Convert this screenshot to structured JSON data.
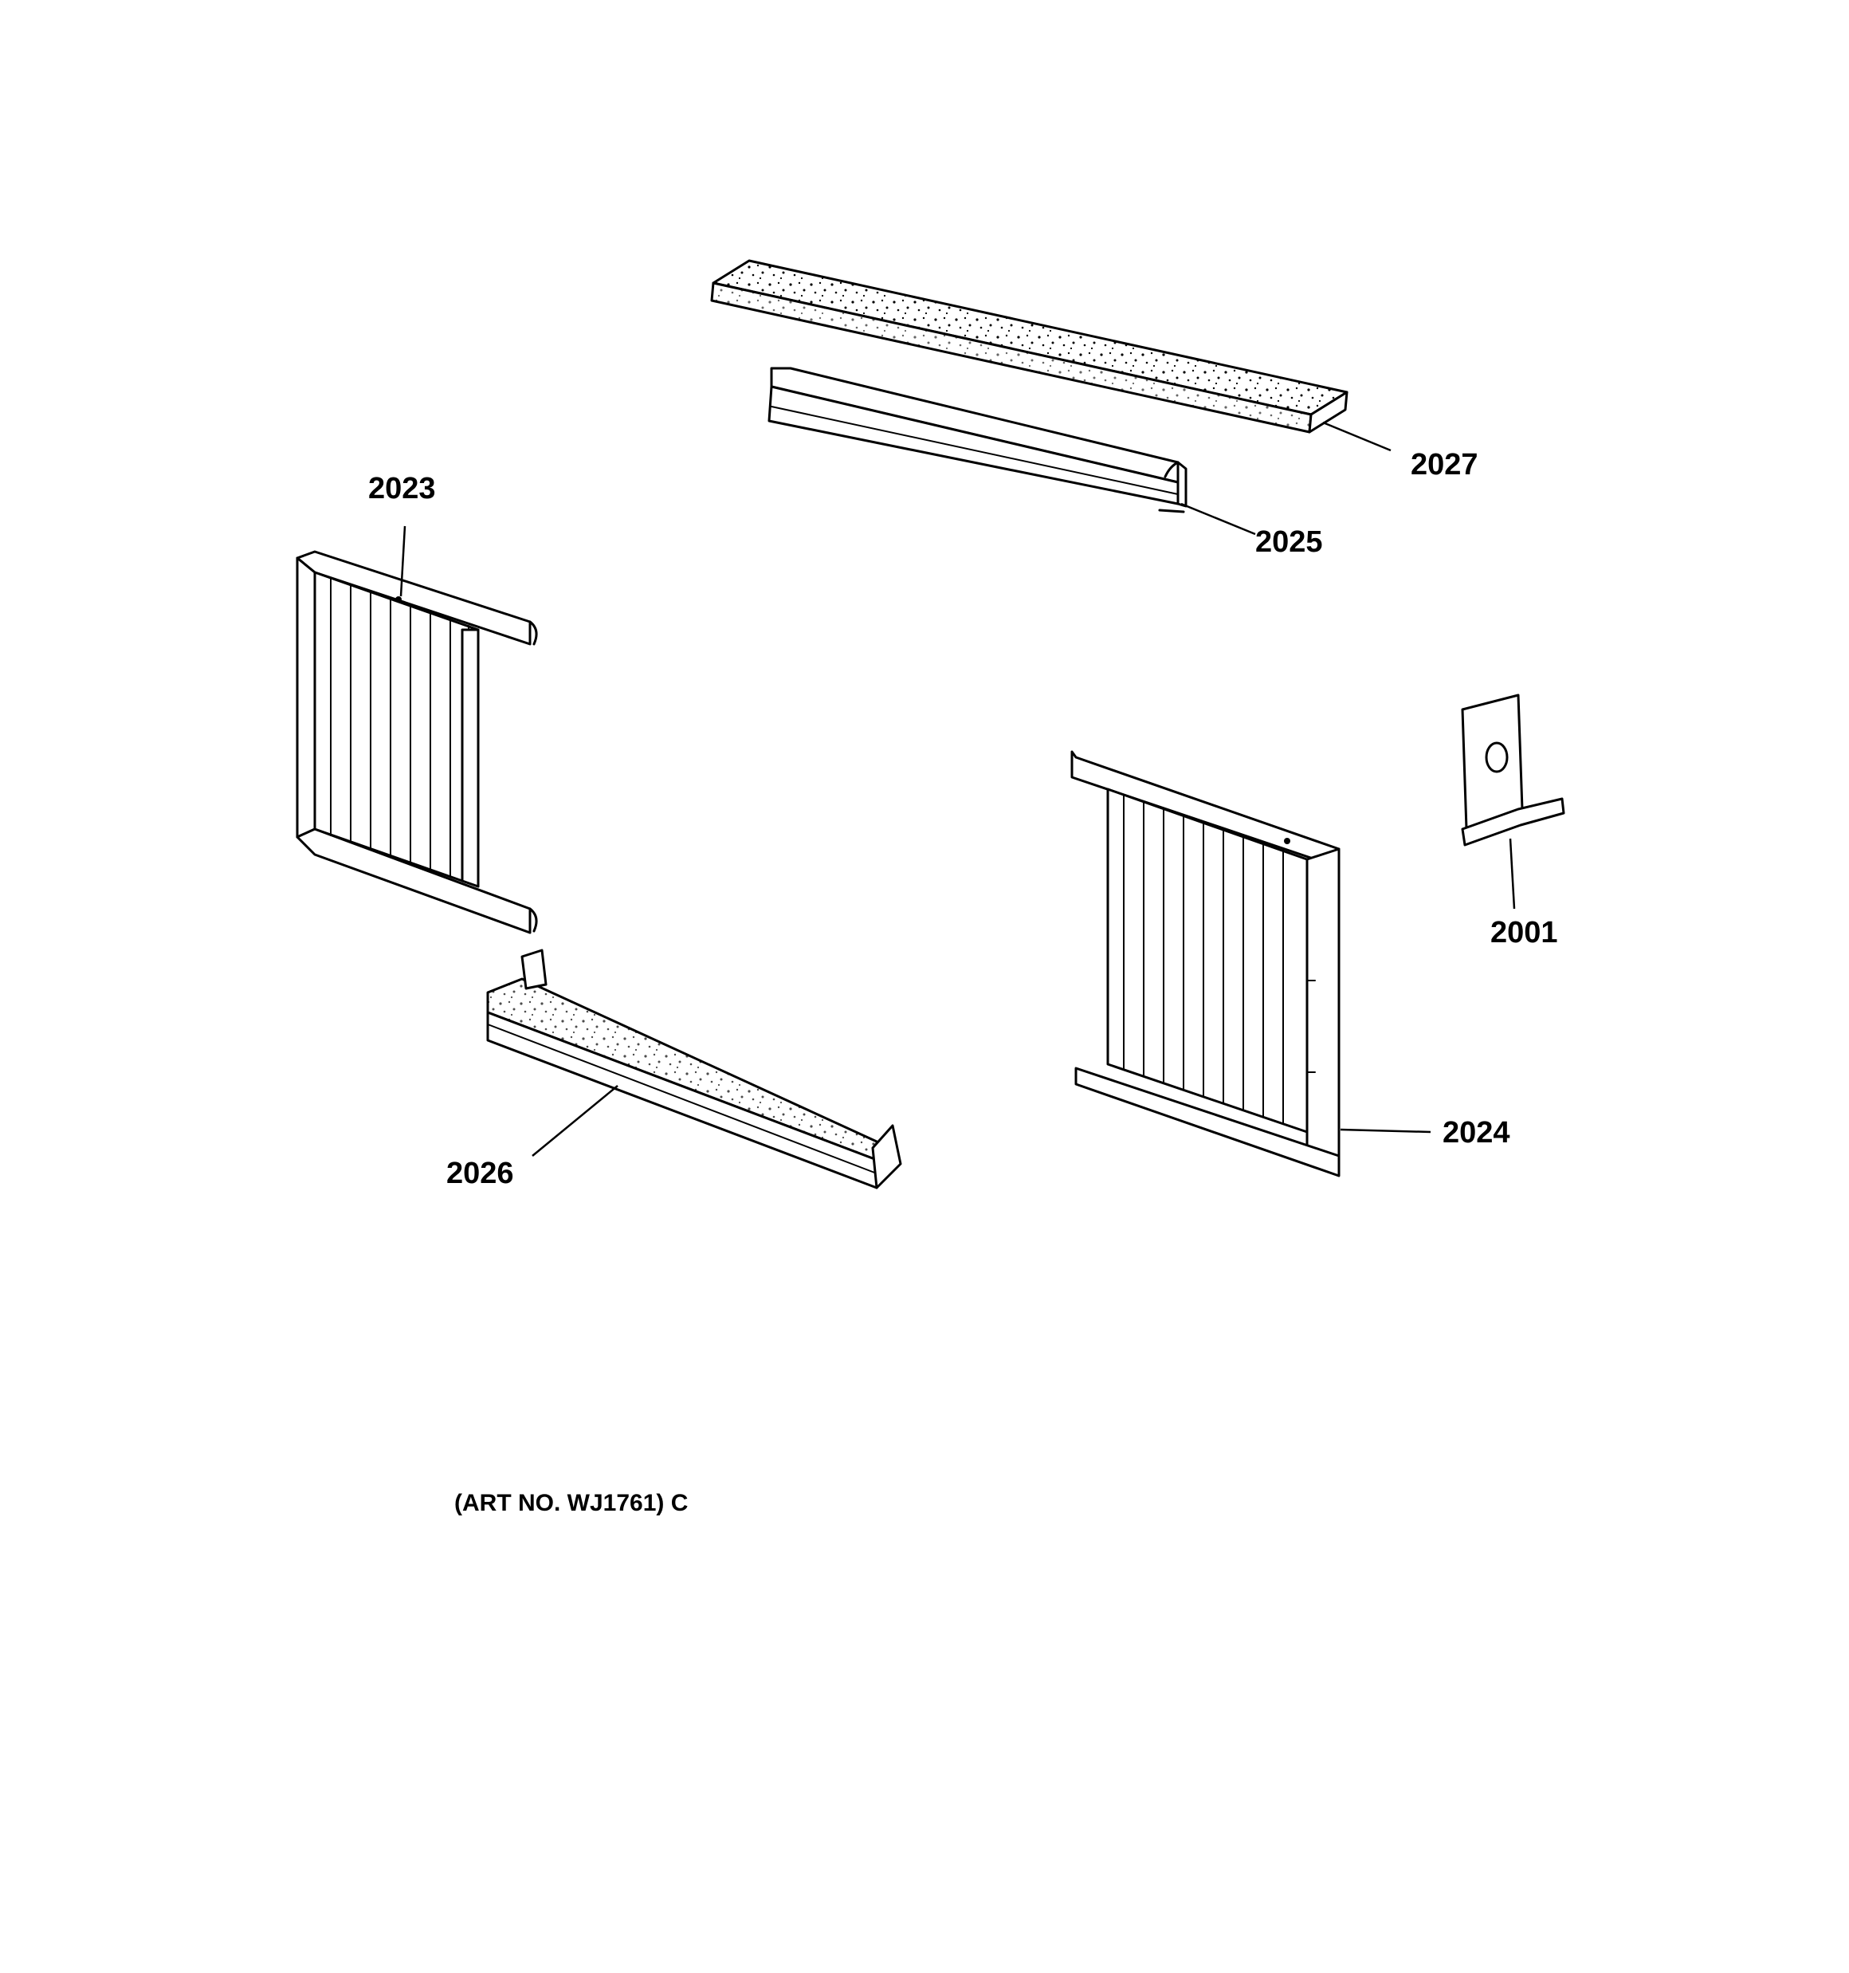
{
  "parts": [
    {
      "id": "top-foam-seal",
      "label": "2027"
    },
    {
      "id": "top-channel",
      "label": "2025"
    },
    {
      "id": "left-side-curtain",
      "label": "2023"
    },
    {
      "id": "bottom-channel",
      "label": "2026"
    },
    {
      "id": "right-side-curtain",
      "label": "2024"
    },
    {
      "id": "angle-bracket",
      "label": "2001"
    }
  ],
  "art_number": "(ART NO. WJ1761) C"
}
